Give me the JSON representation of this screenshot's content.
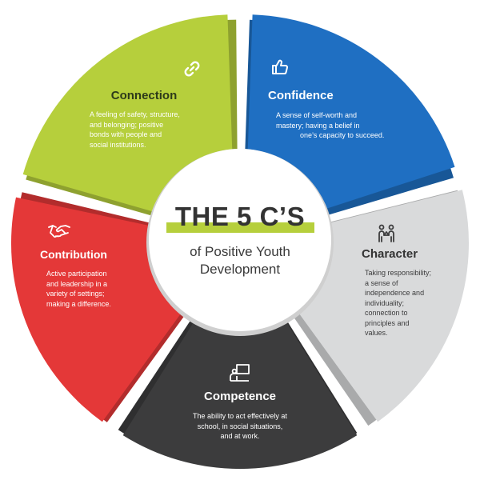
{
  "colors": {
    "connection": "#b6cf3c",
    "confidence": "#1f6fc2",
    "character": "#d9dadb",
    "competence": "#3c3c3d",
    "contribution": "#e43838",
    "accent_underline": "#b6cf3c",
    "hub": "#ffffff"
  },
  "center": {
    "title": "THE 5 C’S",
    "subtitle_line1": "of Positive Youth",
    "subtitle_line2": "Development"
  },
  "segments": {
    "connection": {
      "icon": "link-icon",
      "title": "Connection",
      "desc": [
        "A feeling of safety, structure,",
        "and belonging; positive",
        "bonds with people and",
        "social institutions."
      ]
    },
    "confidence": {
      "icon": "thumbs-up-icon",
      "title": "Confidence",
      "desc": [
        "A sense of self-worth and",
        "mastery; having a belief in",
        "one’s capacity to succeed."
      ]
    },
    "character": {
      "icon": "people-icon",
      "title": "Character",
      "desc": [
        "Taking responsibility;",
        "a sense of",
        "independence and",
        "individuality;",
        "connection to",
        "principles and",
        "values."
      ]
    },
    "competence": {
      "icon": "teacher-board-icon",
      "title": "Competence",
      "desc": [
        "The ability to act effectively at",
        "school, in social situations,",
        "and at work."
      ]
    },
    "contribution": {
      "icon": "handshake-icon",
      "title": "Contribution",
      "desc": [
        "Active participation",
        "and leadership in a",
        "variety of settings;",
        "making a difference."
      ]
    }
  }
}
